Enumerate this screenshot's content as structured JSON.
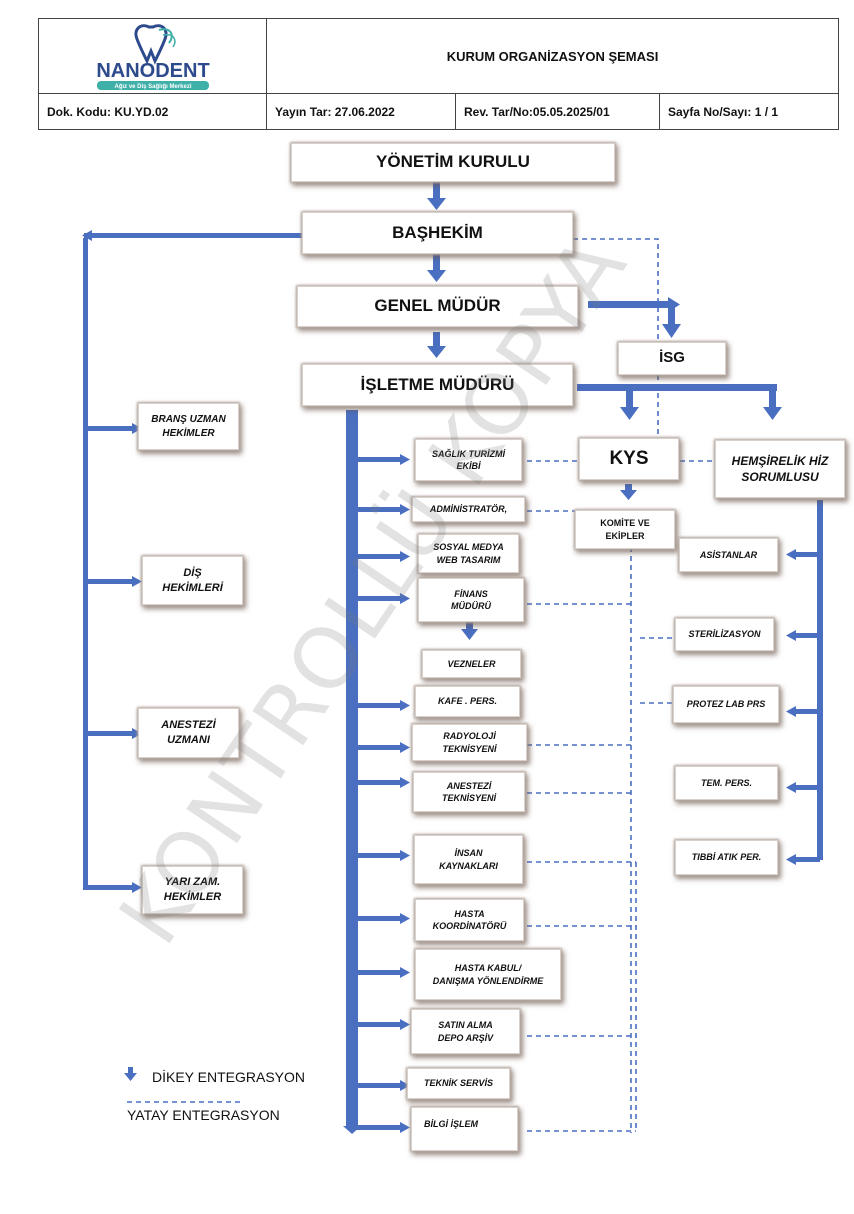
{
  "header": {
    "logo": {
      "name": "NANODENT",
      "tagline": "Ağız ve Diş Sağlığı Merkezi"
    },
    "title": "KURUM ORGANİZASYON ŞEMASI",
    "doc_code": "Dok. Kodu: KU.YD.02",
    "pub_date": "Yayın Tar: 27.06.2022",
    "rev": "Rev. Tar/No:05.05.2025/01",
    "page": "Sayfa No/Sayı: 1 / 1"
  },
  "chart": {
    "board": "YÖNETİM KURULU",
    "chief_physician": "BAŞHEKİM",
    "general_manager": "GENEL MÜDÜR",
    "isg": "İSG",
    "operations_manager": "İŞLETME MÜDÜRÜ",
    "kys": "KYS",
    "nursing": "HEMŞİRELİK HİZ\nSORUMLUSU",
    "committees": "KOMİTE VE\nEKİPLER",
    "left": [
      "BRANŞ UZMAN\nHEKİMLER",
      "DİŞ\nHEKİMLERİ",
      "ANESTEZİ\nUZMANI",
      "YARI ZAM.\nHEKİMLER"
    ],
    "center": [
      "SAĞLIK TURİZMİ\nEKİBİ",
      "ADMİNİSTRATÖR,",
      "SOSYAL MEDYA\nWEB TASARIM",
      "FİNANS\nMÜDÜRÜ",
      "VEZNELER",
      "KAFE . PERS.",
      "RADYOLOJİ\nTEKNİSYENİ",
      "ANESTEZİ\nTEKNİSYENİ",
      "İNSAN\nKAYNAKLARI",
      "HASTA\nKOORDİNATÖRÜ",
      "HASTA KABUL/\nDANIŞMA YÖNLENDİRME",
      "SATIN ALMA\nDEPO ARŞİV",
      "TEKNİK SERVİS",
      "BİLGİ İŞLEM"
    ],
    "right": [
      "ASİSTANLAR",
      "STERİLİZASYON",
      "PROTEZ LAB PRS",
      "TEM. PERS.",
      "TIBBİ ATIK PER."
    ]
  },
  "legend": {
    "vertical": "DİKEY ENTEGRASYON",
    "horizontal": "YATAY ENTEGRASYON"
  },
  "watermark": "KONTROLLÜ KOPYA",
  "colors": {
    "arrow": "#4a6fc1",
    "dashed": "#4a6fc1",
    "logo_blue": "#2d4a8c",
    "logo_teal": "#3fb0a8"
  }
}
